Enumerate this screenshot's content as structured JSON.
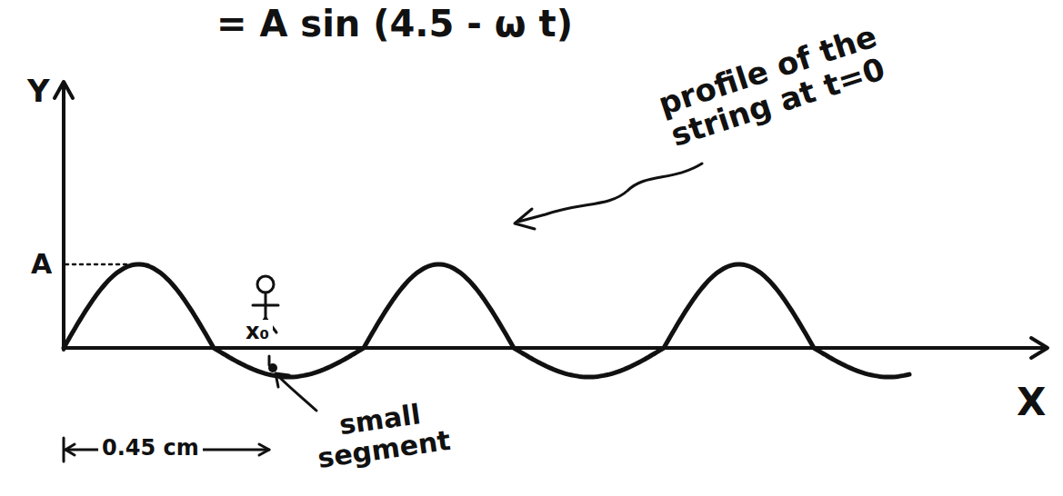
{
  "diagram": {
    "labels": [
      "= A sin (4.5 - ω t)",
      "profile of the string at t=0",
      "Y",
      "A",
      "x₀",
      "X",
      "0.45 cm",
      "small segment"
    ]
  }
}
